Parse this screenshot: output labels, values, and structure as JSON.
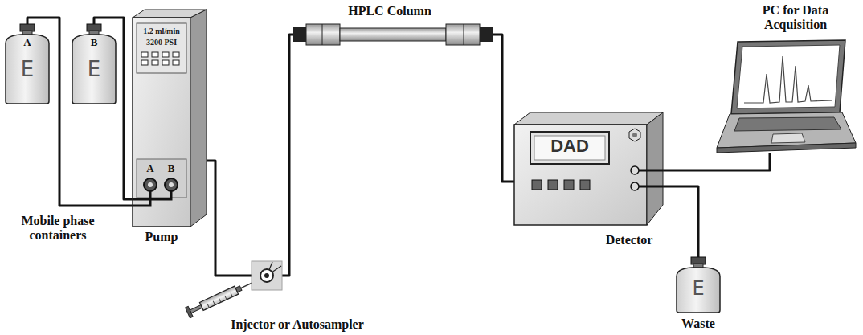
{
  "diagram": {
    "nodes": [
      {
        "text": [
          "A",
          "E"
        ]
      },
      {
        "text": [
          "B",
          "E"
        ]
      },
      {
        "text": [
          "1.2 ml/min",
          "3200 PSI",
          "A",
          "B",
          "Pump"
        ]
      },
      {
        "text": [
          "Injector or Autosampler"
        ]
      },
      {
        "text": [
          "HPLC Column"
        ]
      },
      {
        "text": [
          "DAD",
          "Detector"
        ]
      },
      {
        "text": [
          "PC for Data Acquisition"
        ]
      },
      {
        "text": [
          "E",
          "Waste"
        ]
      }
    ],
    "edges": [
      {
        "from": 0,
        "to": 2,
        "arrow": "none"
      },
      {
        "from": 1,
        "to": 2,
        "arrow": "none"
      },
      {
        "from": 2,
        "to": 3,
        "arrow": "none"
      },
      {
        "from": 3,
        "to": 4,
        "arrow": "none"
      },
      {
        "from": 4,
        "to": 5,
        "arrow": "none"
      },
      {
        "from": 5,
        "to": 6,
        "arrow": "none"
      },
      {
        "from": 5,
        "to": 7,
        "arrow": "none"
      }
    ],
    "labels": [
      "Mobile phase containers"
    ]
  }
}
